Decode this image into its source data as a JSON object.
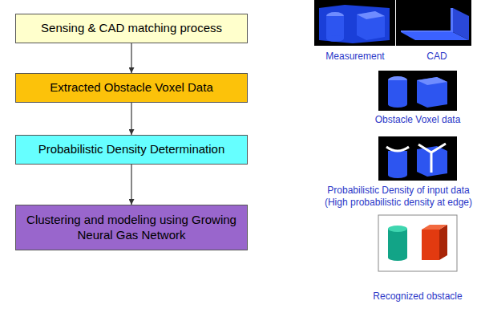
{
  "diagram": {
    "nodes": [
      {
        "text": [
          "Sensing & CAD matching process"
        ]
      },
      {
        "text": [
          "Extracted Obstacle Voxel Data"
        ]
      },
      {
        "text": [
          "Probabilistic Density Determination"
        ]
      },
      {
        "text": [
          "Clustering and modeling using Growing Neural Gas Network"
        ]
      }
    ],
    "edges": [
      {
        "from": 0,
        "to": 1,
        "arrow": "to"
      },
      {
        "from": 1,
        "to": 2,
        "arrow": "to"
      },
      {
        "from": 2,
        "to": 3,
        "arrow": "to"
      }
    ],
    "labels": [
      "Measurement",
      "CAD",
      "Obstacle Voxel data",
      "Probabilistic Density of input data",
      "(High probabilistic density at edge)",
      "Recognized obstacle"
    ]
  }
}
